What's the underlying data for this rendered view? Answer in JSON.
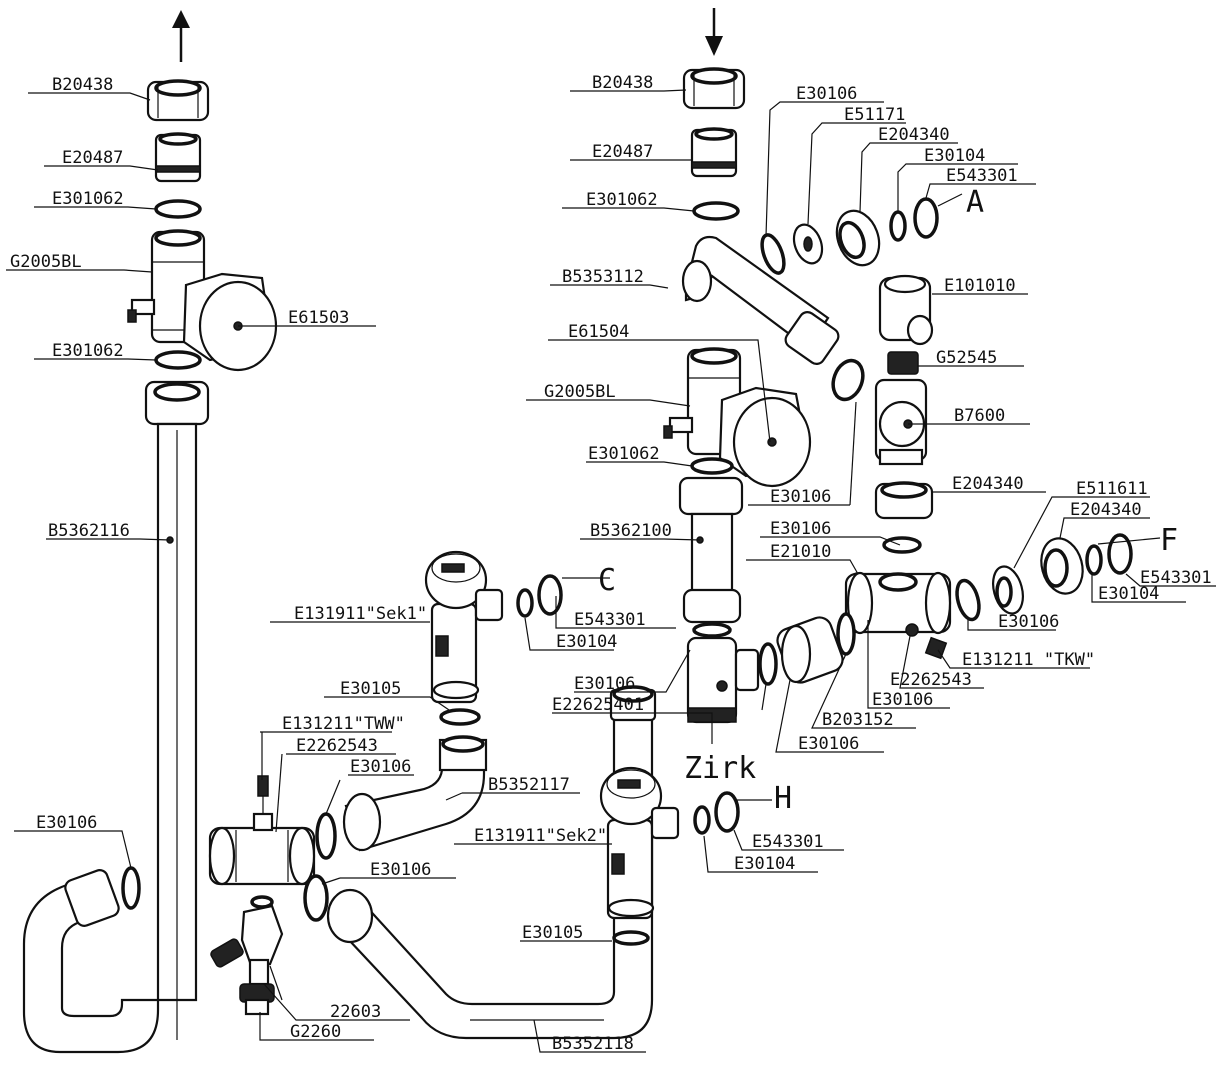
{
  "labels": {
    "left_b20438": "B20438",
    "left_e20487": "E20487",
    "left_e301062_top": "E301062",
    "left_g2005bl": "G2005BL",
    "left_e61503": "E61503",
    "left_e301062_bot": "E301062",
    "b5362116": "B5362116",
    "e30106_leftbend": "E30106",
    "right_b20438": "B20438",
    "right_e20487": "E20487",
    "right_e301062_top": "E301062",
    "b5353112": "B5353112",
    "e61504": "E61504",
    "right_g2005bl": "G2005BL",
    "right_e301062_bot": "E301062",
    "b5362100": "B5362100",
    "e30106_top": "E30106",
    "e51171": "E51171",
    "e204340_top": "E204340",
    "e30104_top": "E30104",
    "e543301_a": "E543301",
    "letter_a": "A",
    "e101010": "E101010",
    "g52545": "G52545",
    "b7600": "B7600",
    "e30106_diag": "E30106",
    "e204340_mid": "E204340",
    "e30106_mid": "E30106",
    "e21010": "E21010",
    "e511611": "E511611",
    "e204340_right": "E204340",
    "letter_f": "F",
    "e543301_f": "E543301",
    "e30104_f": "E30104",
    "e30106_right": "E30106",
    "e131211_tkw": "E131211 \"TKW\"",
    "e2262543_right": "E2262543",
    "e30106_b": "E30106",
    "b203152": "B203152",
    "e30106_bottomright": "E30106",
    "e131911_sek1": "E131911\"Sek1\"",
    "letter_c": "C",
    "e543301_c": "E543301",
    "e30104_c": "E30104",
    "e30105_top": "E30105",
    "e30106_zirk": "E30106",
    "e22625401": "E22625401",
    "zirk": "Zirk",
    "e131211_tww": "E131211\"TWW\"",
    "e2262543_left": "E2262543",
    "e30106_tww": "E30106",
    "b5352117": "B5352117",
    "e131911_sek2": "E131911\"Sek2\"",
    "letter_h": "H",
    "e543301_h": "E543301",
    "e30104_h": "E30104",
    "e30106_low": "E30106",
    "e30105_bot": "E30105",
    "n22603": "22603",
    "g2260": "G2260",
    "b5352118": "B5352118"
  }
}
